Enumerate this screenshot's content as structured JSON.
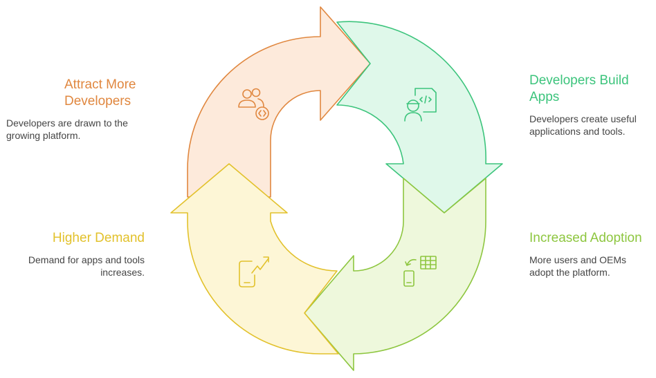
{
  "colors": {
    "attract": "#E0873F",
    "build": "#3CC47C",
    "adoption": "#8DC63F",
    "demand": "#E2C12B",
    "desc_text": "#444444"
  },
  "steps": [
    {
      "id": "attract",
      "title": "Attract More Developers",
      "description": "Developers are drawn to the growing platform.",
      "icon": "developers-code-icon"
    },
    {
      "id": "build",
      "title": "Developers Build Apps",
      "description": "Developers create useful applications and tools.",
      "icon": "developer-coding-icon"
    },
    {
      "id": "adoption",
      "title": "Increased Adoption",
      "description": "More users and OEMs adopt the platform.",
      "icon": "devices-sync-icon"
    },
    {
      "id": "demand",
      "title": "Higher Demand",
      "description": "Demand for apps and tools increases.",
      "icon": "phone-growth-icon"
    }
  ]
}
